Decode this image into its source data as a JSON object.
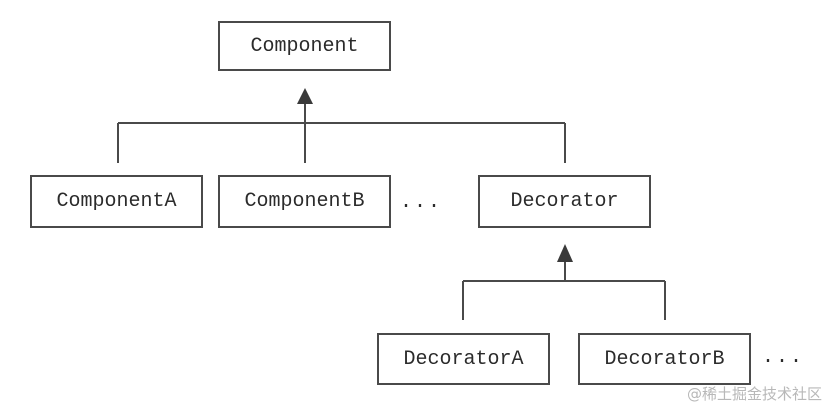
{
  "nodes": {
    "component": "Component",
    "component_a": "ComponentA",
    "component_b": "ComponentB",
    "decorator": "Decorator",
    "decorator_a": "DecoratorA",
    "decorator_b": "DecoratorB"
  },
  "ellipsis": {
    "components_more": "...",
    "decorators_more": "..."
  },
  "relations": [
    {
      "from": "ComponentA",
      "to": "Component",
      "type": "inheritance"
    },
    {
      "from": "ComponentB",
      "to": "Component",
      "type": "inheritance"
    },
    {
      "from": "Decorator",
      "to": "Component",
      "type": "inheritance"
    },
    {
      "from": "DecoratorA",
      "to": "Decorator",
      "type": "inheritance"
    },
    {
      "from": "DecoratorB",
      "to": "Decorator",
      "type": "inheritance"
    }
  ],
  "watermark": "@稀土掘金技术社区",
  "colors": {
    "line": "#4a4a4a",
    "text": "#2b2b2b",
    "watermark": "#b8b8b8"
  }
}
